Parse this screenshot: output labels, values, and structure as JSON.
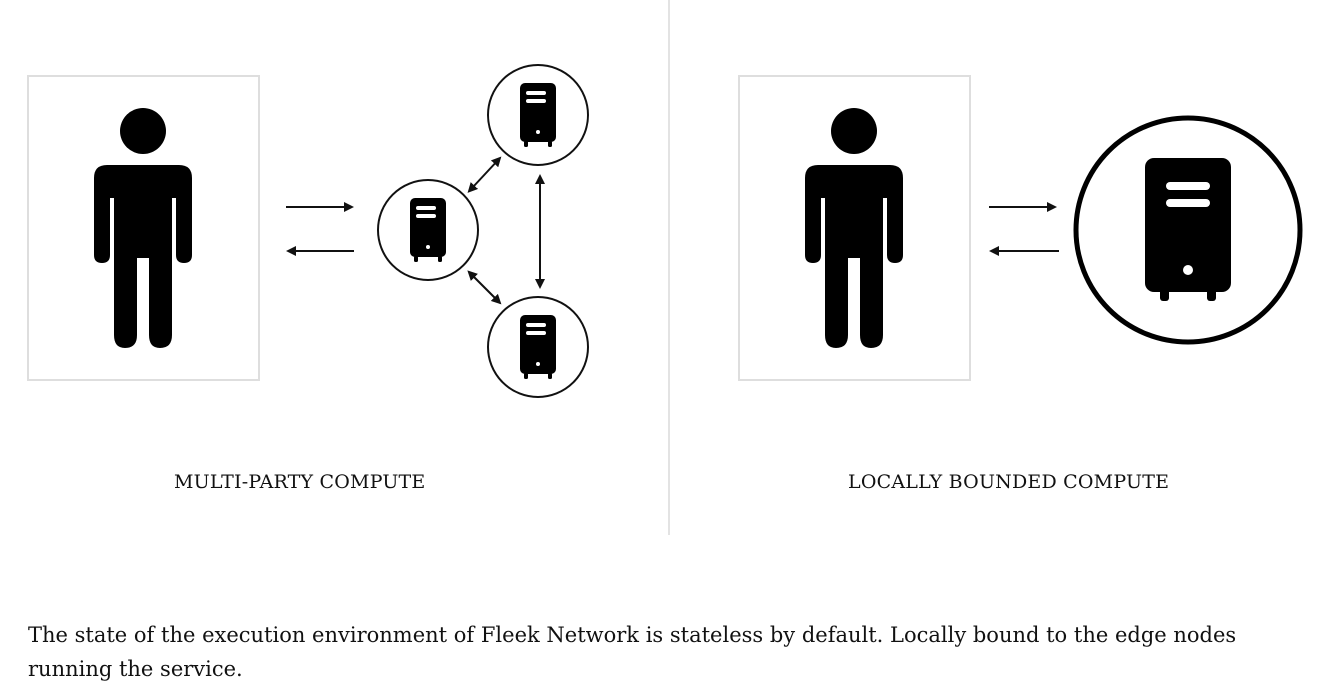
{
  "figure": {
    "left_panel": {
      "caption": "MULTI-PARTY COMPUTE"
    },
    "right_panel": {
      "caption": "LOCALLY BOUNDED COMPUTE"
    }
  },
  "description": "The state of the execution environment of Fleek Network is stateless by default. Locally bound to the edge nodes running the service."
}
